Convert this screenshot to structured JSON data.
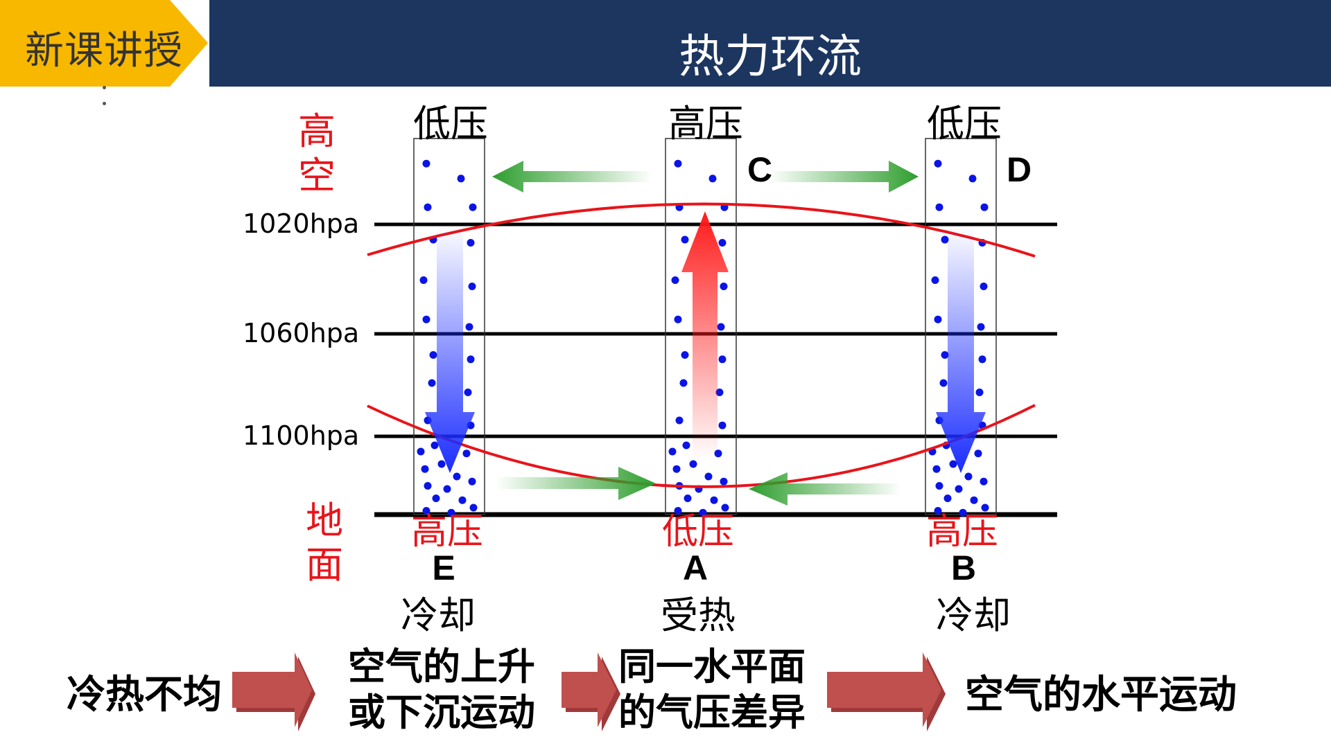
{
  "header": {
    "section_label": "新课讲授",
    "title": "热力环流",
    "accent_color": "#f8b800",
    "bar_color": "#1c3660"
  },
  "diagram": {
    "side_labels": {
      "upper": "高空",
      "ground": "地面"
    },
    "isobars": [
      "1020hpa",
      "1060hpa",
      "1100hpa"
    ],
    "columns": [
      {
        "upper_pressure": "低压",
        "ground_pressure": "高压",
        "ground_letter": "E",
        "condition": "冷却",
        "upper_letter": "",
        "flow": "down"
      },
      {
        "upper_pressure": "高压",
        "ground_pressure": "低压",
        "ground_letter": "A",
        "condition": "受热",
        "upper_letter": "C",
        "flow": "up"
      },
      {
        "upper_pressure": "低压",
        "ground_pressure": "高压",
        "ground_letter": "B",
        "condition": "冷却",
        "upper_letter": "D",
        "flow": "down"
      }
    ],
    "colors": {
      "label_red": "#e8141a",
      "particle": "#0a14e6",
      "horizontal_arrow": "#2e9e2e",
      "rise_arrow": "#ff1a1a",
      "sink_arrow": "#1a2cff"
    }
  },
  "flowchart": {
    "steps": [
      "冷热不均",
      "空气的上升\n或下沉运动",
      "同一水平面\n的气压差异",
      "空气的水平运动"
    ],
    "arrow_color": "#c0504d"
  }
}
